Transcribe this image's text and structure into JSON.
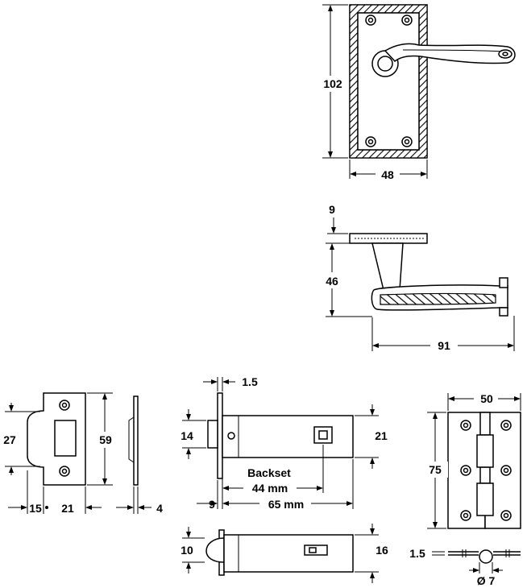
{
  "dimensions": {
    "plate_height": "102",
    "plate_width": "48",
    "rose_thickness": "9",
    "lever_height": "46",
    "lever_length": "91",
    "keep_height_inner": "27",
    "keep_height": "59",
    "keep_offset": "15",
    "keep_width": "21",
    "keep_thickness": "4",
    "latch_plate_thickness": "1.5",
    "latch_face_height": "14",
    "latch_case_height": "21",
    "backset_label": "Backset",
    "backset_value": "44 mm",
    "latch_body_offset": "9",
    "latch_length": "65 mm",
    "latch_bolt_height": "10",
    "latch_side_height": "16",
    "hinge_width": "50",
    "hinge_height": "75",
    "hinge_leaf_thickness": "1.5",
    "hinge_knuckle_diameter": "Ø 7"
  }
}
